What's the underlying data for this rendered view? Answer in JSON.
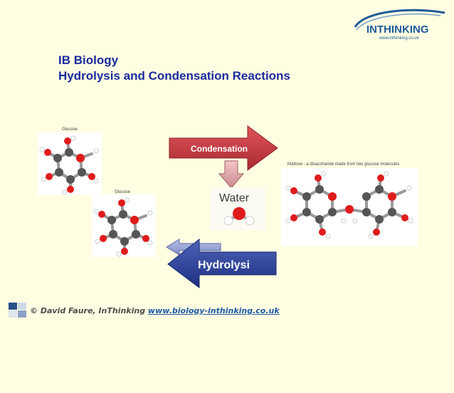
{
  "logo": {
    "brand": "INTHINKING",
    "url": "www.inthinking.co.uk"
  },
  "title": {
    "line1": "IB Biology",
    "line2": "Hydrolysis  and Condensation Reactions"
  },
  "glucose_label_1": "Glucose",
  "glucose_label_2": "Glucose",
  "maltose_label": "Maltose - a disaccharide made from two glucose molecules",
  "condensation_label": "Condensation",
  "water_label": "Water",
  "hydrolysis_label": "Hydrolysi",
  "footer": {
    "credit": "© David Faure, InThinking ",
    "link": "www.biology-inthinking.co.uk"
  },
  "colors": {
    "title": "#1b2a9e",
    "condensation": "#c0353c",
    "hydrolysis": "#2a3f97",
    "background": "#fffde2"
  }
}
